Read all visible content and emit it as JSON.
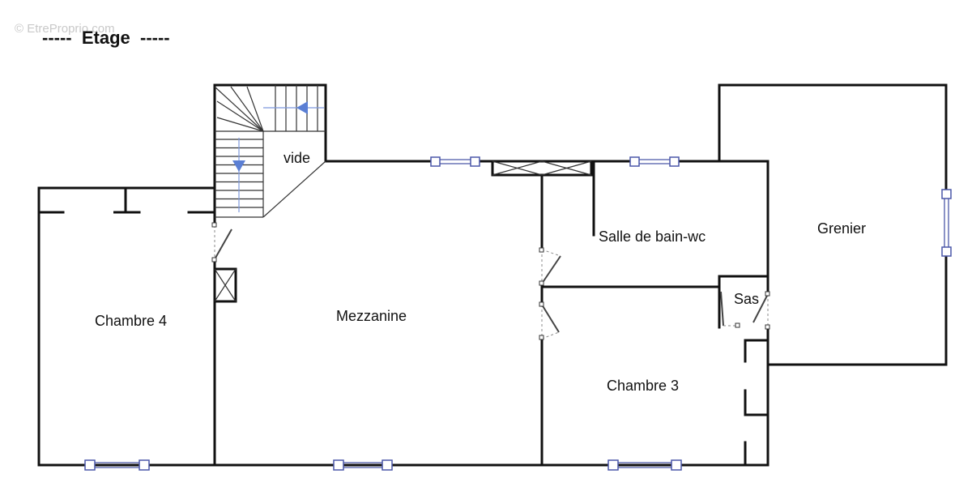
{
  "watermark": "© EtreProprio.com",
  "title": "-----  Etage  -----",
  "rooms": {
    "vide": "vide",
    "salle_de_bain": "Salle de bain-wc",
    "grenier": "Grenier",
    "sas": "Sas",
    "chambre4": "Chambre 4",
    "mezzanine": "Mezzanine",
    "chambre3": "Chambre 3"
  },
  "colors": {
    "walls": "#111111",
    "windows": "#4a57a8",
    "stair_arrows": "#5b7fd4"
  }
}
